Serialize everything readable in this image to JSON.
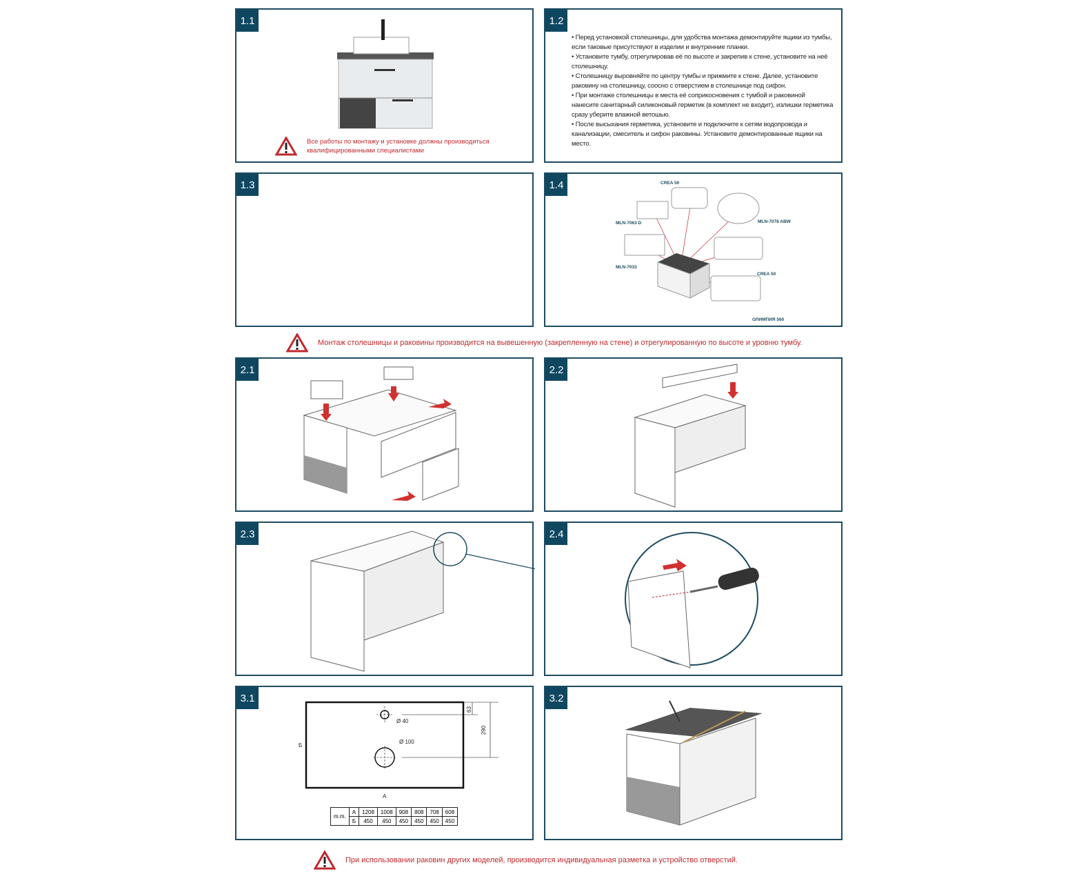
{
  "panels": {
    "p11": {
      "num": "1.1",
      "warning": "Все работы по монтажу и установке должны производиться квалифицированными специалистами"
    },
    "p12": {
      "num": "1.2",
      "steps": [
        "• Перед установкой столешницы, для удобства монтажа демонтируйте ящики из тумбы, если таковые присутствуют в изделии и внутренние планки.",
        "• Установите тумбу, отрегулировав её по высоте и закрепив к стене, установите на неё столешницу.",
        "• Столешницу выровняйте по центру тумбы и прижмите к стене. Далее, установите раковину на столешницу, соосно с отверстием в столешнице под сифон.",
        "• При монтаже столешницы в места её соприкосновения с тумбой и раковиной нанесите санитарный силиконовый герметик (в комплект не входит), излишки герметика сразу уберите влажной ветошью.",
        "• После высыхания герметика, установите и подключите к сетям водопровода и канализации, смеситель и сифон раковины. Установите демонтированные ящики на место."
      ]
    },
    "p13": {
      "num": "1.3"
    },
    "p14": {
      "num": "1.4",
      "labels": [
        "CREA 50",
        "MLN-7063 D",
        "MLN-7078 ABW",
        "MLN-7033",
        "CREA 50",
        "ОЛИМПИЯ 560"
      ]
    },
    "p21": {
      "num": "2.1"
    },
    "p22": {
      "num": "2.2"
    },
    "p23": {
      "num": "2.3"
    },
    "p24": {
      "num": "2.4"
    },
    "p31": {
      "num": "3.1",
      "d40": "Ø 40",
      "d100": "Ø 100",
      "dim63": "63",
      "dim290": "290",
      "labelA": "А",
      "labelB": "Б",
      "table": {
        "unit": "m.m.",
        "rowA": [
          "А",
          "1208",
          "1008",
          "908",
          "808",
          "708",
          "608"
        ],
        "rowB": [
          "Б",
          "450",
          "450",
          "450",
          "450",
          "450",
          "450"
        ]
      }
    },
    "p32": {
      "num": "3.2"
    }
  },
  "warnings": {
    "mid": "Монтаж столешницы и раковины производится на вывешенную (закрепленную на стене) и отрегулированную по высоте и уровню тумбу.",
    "bottom": "При использовании раковин других моделей, производится индивидуальная разметка и устройство отверстий."
  },
  "colors": {
    "accent": "#0f4761",
    "warning": "#c0282d"
  }
}
